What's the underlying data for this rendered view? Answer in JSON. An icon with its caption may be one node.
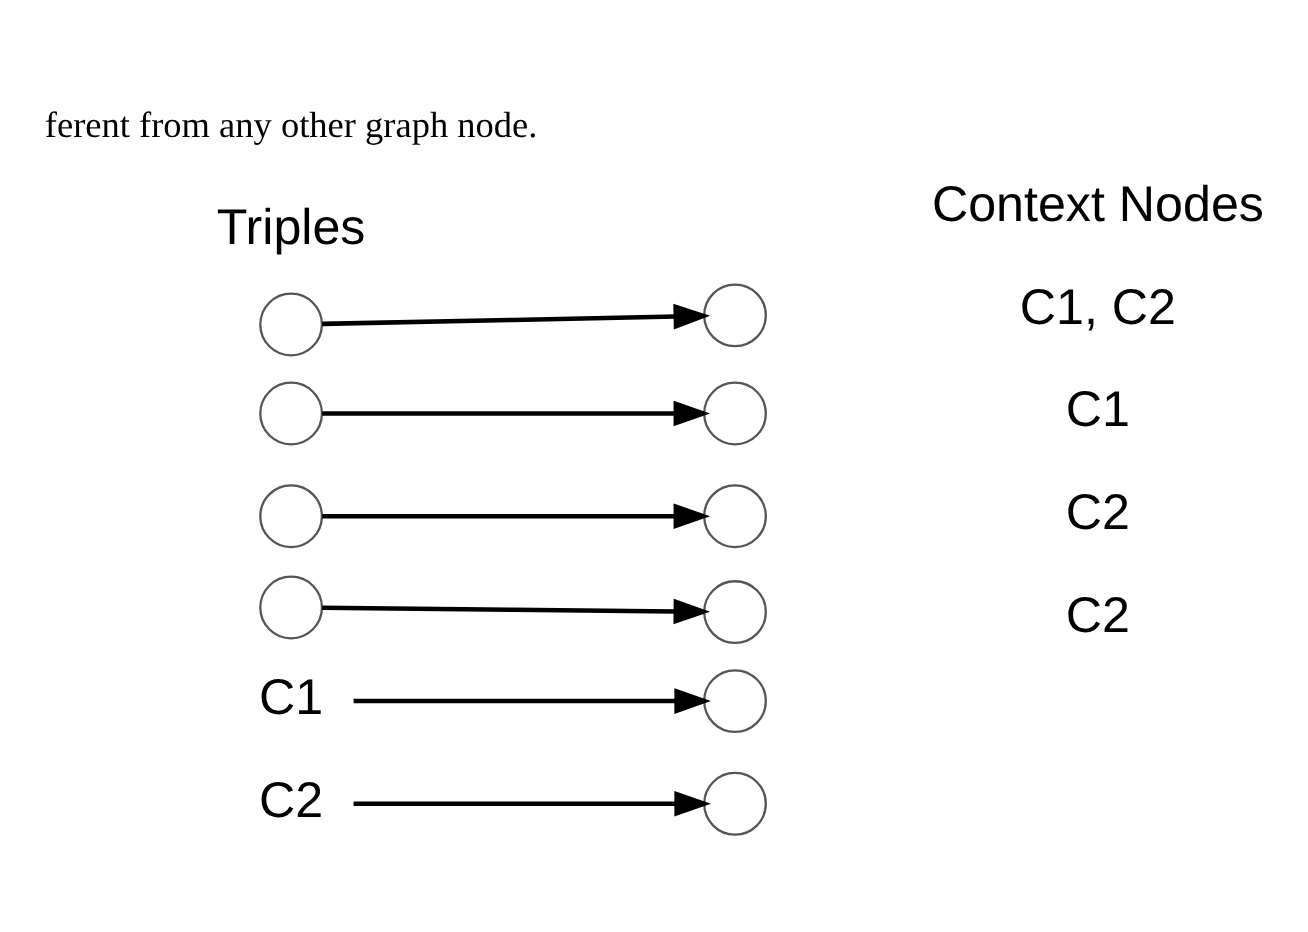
{
  "diagram": {
    "nodes": [
      {
        "text": [],
        "shape": "circle"
      },
      {
        "text": [],
        "shape": "circle"
      },
      {
        "text": [],
        "shape": "circle"
      },
      {
        "text": [],
        "shape": "circle"
      },
      {
        "text": [],
        "shape": "circle"
      },
      {
        "text": [],
        "shape": "circle"
      },
      {
        "text": [],
        "shape": "circle"
      },
      {
        "text": [],
        "shape": "circle"
      },
      {
        "text": [
          "C1"
        ]
      },
      {
        "text": [],
        "shape": "circle"
      },
      {
        "text": [
          "C2"
        ]
      },
      {
        "text": [],
        "shape": "circle"
      }
    ],
    "edges": [
      {
        "from": 0,
        "to": 1,
        "arrow": "to"
      },
      {
        "from": 2,
        "to": 3,
        "arrow": "to"
      },
      {
        "from": 4,
        "to": 5,
        "arrow": "to"
      },
      {
        "from": 6,
        "to": 7,
        "arrow": "to"
      },
      {
        "from": 8,
        "to": 9,
        "arrow": "to"
      },
      {
        "from": 10,
        "to": 11,
        "arrow": "to"
      }
    ],
    "labels": [
      "ferent from any other graph node.",
      "Triples",
      "Context Nodes",
      "C1, C2",
      "C1",
      "C2",
      "C2"
    ]
  }
}
